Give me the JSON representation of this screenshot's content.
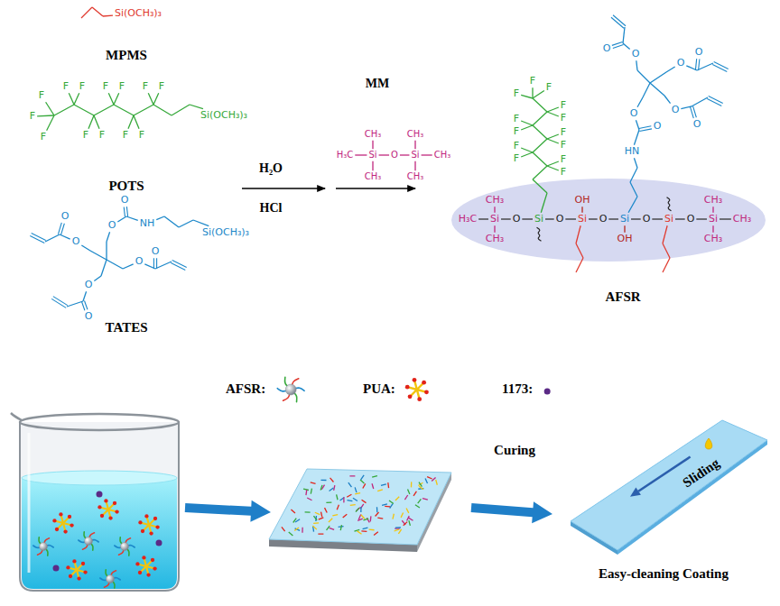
{
  "diagram": {
    "nodes": [
      {
        "text": [
          "CH₃",
          "OH",
          "CH₃",
          "H₃C",
          "Si",
          "O",
          "Si",
          "O",
          "Si",
          "O",
          "Si",
          "O",
          "Si",
          "O",
          "Si",
          "CH₃",
          "CH₃",
          "OH",
          "CH₃"
        ]
      },
      {
        "text": [
          "Sliding",
          "Easy-cleaning Coating"
        ]
      }
    ],
    "labels": [
      "Si(OCH₃)₃",
      "MPMS",
      "F",
      "F",
      "F",
      "F",
      "F",
      "F",
      "F",
      "F",
      "F",
      "F",
      "F",
      "F",
      "F",
      "Si(OCH₃)₃",
      "POTS",
      "O",
      "O",
      "O",
      "O",
      "NH",
      "Si(OCH₃)₃",
      "O",
      "O",
      "O",
      "O",
      "TATES",
      "H₂O",
      "HCl",
      "MM",
      "CH₃",
      "CH₃",
      "H₃C",
      "Si",
      "O",
      "Si",
      "CH₃",
      "CH₃",
      "CH₃",
      "F",
      "F",
      "F",
      "F",
      "F",
      "F",
      "F",
      "F",
      "F",
      "F",
      "F",
      "F",
      "F",
      "O",
      "O",
      "O",
      "O",
      "O",
      "O",
      "O",
      "O",
      "HN",
      "AFSR",
      "Curing"
    ],
    "legend": [
      {
        "text": "AFSR:"
      },
      {
        "text": "PUA:"
      },
      {
        "text": "1173:"
      }
    ]
  }
}
